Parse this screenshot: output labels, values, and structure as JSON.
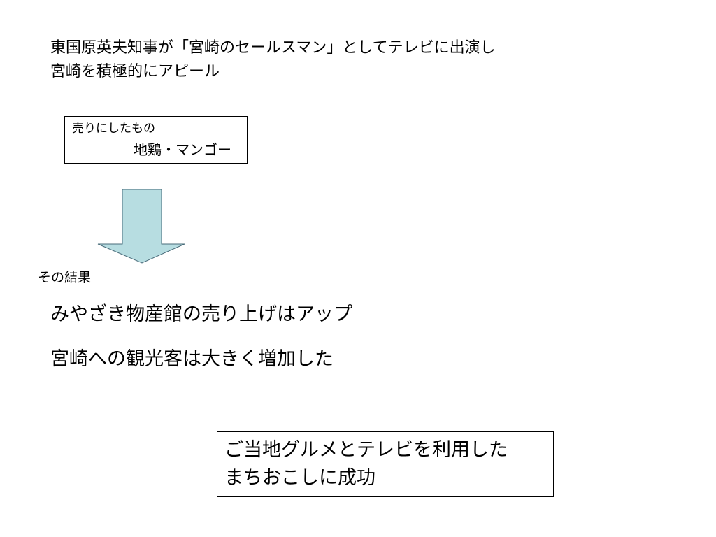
{
  "intro": {
    "line1": "東国原英夫知事が「宮崎のセールスマン」としてテレビに出演し",
    "line2": "宮崎を積極的にアピール"
  },
  "products": {
    "heading": "売りにしたもの",
    "items": "地鶏・マンゴー"
  },
  "arrow": {
    "fill": "#b7dde1",
    "stroke": "#4a6c7a"
  },
  "result": {
    "label": "その結果",
    "outcome1": "みやざき物産館の売り上げはアップ",
    "outcome2": "宮崎への観光客は大きく増加した"
  },
  "conclusion": {
    "line1": "ご当地グルメとテレビを利用した",
    "line2": "まちおこしに成功"
  }
}
